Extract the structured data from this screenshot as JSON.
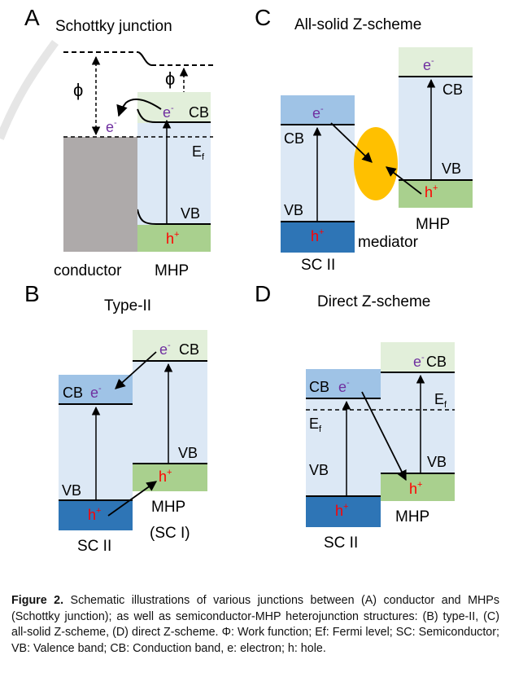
{
  "panels": {
    "A": {
      "letter": "A",
      "title": "Schottky junction",
      "phi_left": "ϕ",
      "phi_right": "ϕ",
      "electron": "e",
      "electron_cb": "e",
      "cb": "CB",
      "ef": "E",
      "ef_sub": "f",
      "vb": "VB",
      "hole": "h",
      "conductor": "conductor",
      "mhp": "MHP"
    },
    "B": {
      "letter": "B",
      "title": "Type-II",
      "cb_left": "CB",
      "e_left": "e",
      "e_right": "e",
      "cb_right": "CB",
      "vb_right": "VB",
      "h_right": "h",
      "vb_left": "VB",
      "h_left": "h",
      "mhp": "MHP",
      "sc1": "(SC I)",
      "sc2": "SC II"
    },
    "C": {
      "letter": "C",
      "title": "All-solid Z-scheme",
      "e_left": "e",
      "cb_left": "CB",
      "vb_left": "VB",
      "h_left": "h",
      "e_right": "e",
      "cb_right": "CB",
      "vb_right": "VB",
      "h_right": "h",
      "mhp": "MHP",
      "mediator": "mediator",
      "sc2": "SC II"
    },
    "D": {
      "letter": "D",
      "title": "Direct Z-scheme",
      "e_right": "e",
      "cb_right": "CB",
      "cb_left": "CB",
      "e_left": "e",
      "ef_right": "E",
      "ef_right_sub": "f",
      "ef_left": "E",
      "ef_left_sub": "f",
      "vb_right": "VB",
      "vb_left": "VB",
      "h_right": "h",
      "h_left": "h",
      "mhp": "MHP",
      "sc2": "SC II"
    }
  },
  "caption": {
    "label": "Figure 2.",
    "text": " Schematic illustrations of various junctions between (A) conductor and MHPs (Schottky junction); as well as semiconductor-MHP heterojunction structures: (B) type-II, (C) all-solid Z-scheme, (D) direct Z-scheme. Φ: Work function; Ef: Fermi level; SC: Semiconductor; VB: Valence band; CB: Conduction band, e: electron; h: hole."
  },
  "colors": {
    "band_body": "#dce8f5",
    "cb_top": "#9fc3e6",
    "cb_light_green": "#e2efda",
    "vb_green": "#a9d08e",
    "vb_blue": "#2e75b6",
    "conductor_gray": "#aeaaaa",
    "mediator": "#ffc000",
    "electron_text": "#7030a0",
    "hole_text": "#ff0000"
  }
}
